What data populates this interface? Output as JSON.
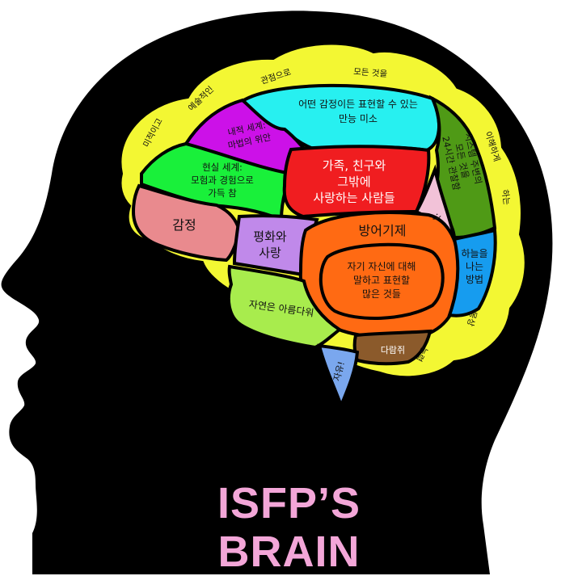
{
  "title": {
    "line1": "ISFP’S",
    "line2": "BRAIN"
  },
  "colors": {
    "head": "#000000",
    "outer_ring": "#f3f733",
    "emotion": "#e98a8e",
    "inner_world": "#cc11e8",
    "real_world": "#19f03a",
    "expression": "#27f0f0",
    "family": "#f01d20",
    "systems": "#4f9a16",
    "defense": "#ff6a13",
    "peace": "#c089ea",
    "nature": "#a8ec4d",
    "sky": "#169cef",
    "squirrel": "#8b5a2b",
    "freedom": "#7aa7ee",
    "smile": "#f2c2d8",
    "title_text": "#f3a6d8"
  },
  "ring": {
    "text1": "미적이고",
    "text2": "예술적인",
    "text3": "관점으로",
    "text4": "모든 것을",
    "text5": "이해하게",
    "text6": "하는",
    "text7": "몽상",
    "text8": "능력"
  },
  "regions": {
    "expression": [
      "어떤 감정이든 표현할 수 있는",
      "만능 미소"
    ],
    "inner_world": [
      "내적 세계:",
      "마법의 위안"
    ],
    "real_world": [
      "현실 세계:",
      "모험과 경험으로",
      "가득 참"
    ],
    "family": [
      "가족, 친구와",
      "그밖에",
      "사랑하는 사람들"
    ],
    "systems": [
      "시스템 주변의",
      "모든 것을",
      "24시간 관찰함"
    ],
    "emotion": "감정",
    "peace": [
      "평화와",
      "사랑"
    ],
    "defense": "방어기제",
    "defense_inner": [
      "자기 자신에 대해",
      "말하고 표현할",
      "많은 것들"
    ],
    "sky": [
      "하늘을",
      "나는",
      "방법"
    ],
    "nature": "자연은 아름다워",
    "squirrel": "다람쥐",
    "freedom": "자유!",
    "smile": ":)"
  }
}
